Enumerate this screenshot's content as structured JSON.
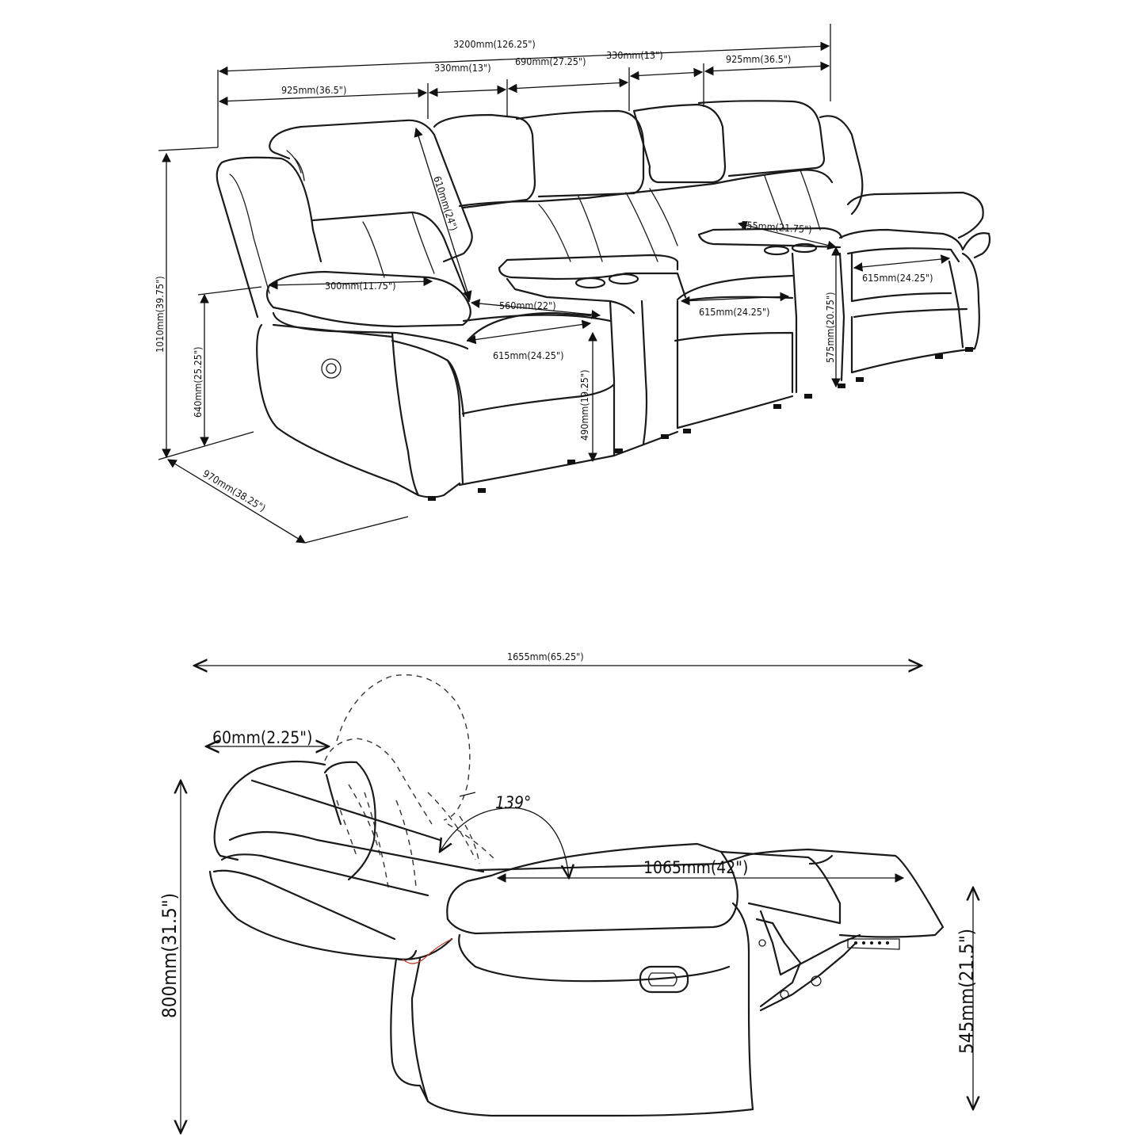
{
  "diagram": {
    "top_view": {
      "overall_width": "3200mm(126.25\")",
      "left_seat_width": "925mm(36.5\")",
      "right_seat_width": "925mm(36.5\")",
      "console_left_width": "330mm(13\")",
      "middle_seat_width": "690mm(27.25\")",
      "console_right_width": "330mm(13\")",
      "overall_height": "1010mm(39.75\")",
      "arm_height": "640mm(25.25\")",
      "depth": "970mm(38.25\")",
      "back_height": "610mm(24\")",
      "arm_width": "300mm(11.75\")",
      "seat_width_left": "560mm(22\")",
      "seat_depth_left": "615mm(24.25\")",
      "seat_height": "490mm(19.25\")",
      "seat_depth_middle": "615mm(24.25\")",
      "console_length": "555mm(21.75\")",
      "console_height": "575mm(20.75\")",
      "seat_depth_right": "615mm(24.25\")"
    },
    "side_view": {
      "reclined_length": "1655mm(65.25\")",
      "wall_clearance": "60mm(2.25\")",
      "recline_angle": "139°",
      "seat_to_footrest": "1065mm(42\")",
      "overall_height": "800mm(31.5\")",
      "footrest_height": "545mm(21.5\")"
    }
  }
}
